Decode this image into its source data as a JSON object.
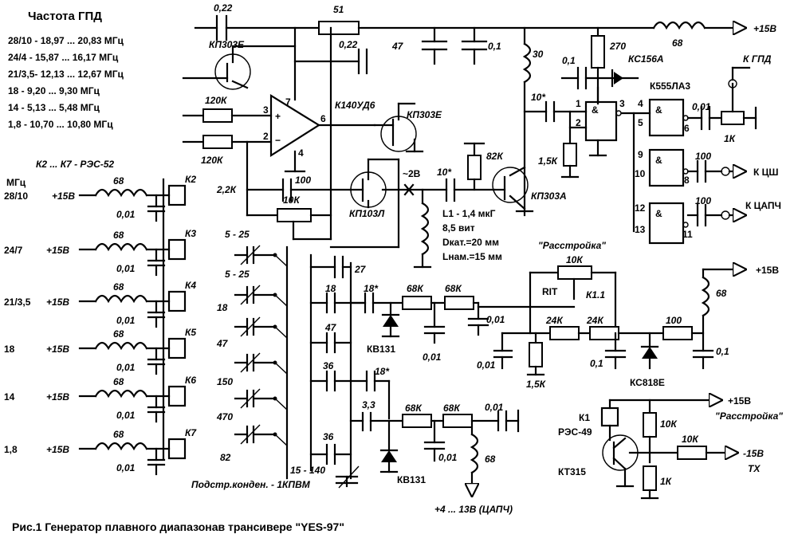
{
  "freq_table": {
    "title": "Частота ГПД",
    "rows": [
      "28/10 - 18,97 ... 20,83 МГц",
      "24/4  - 15,87 ... 16,17 МГц",
      "21/3,5- 12,13 ... 12,67 МГц",
      "18    -  9,20 ...  9,30 МГц",
      "14    -  5,13 ...  5,48 МГц",
      "1,8   - 10,70 ... 10,80 МГц"
    ]
  },
  "relays": {
    "header": "К2 ... К7 - РЭС-52",
    "unit": "МГц",
    "supply": "+15В",
    "choke": "68",
    "cap": "0,01",
    "items": [
      {
        "band": "28/10",
        "ref": "К2"
      },
      {
        "band": "24/7",
        "ref": "К3"
      },
      {
        "band": "21/3,5",
        "ref": "К4"
      },
      {
        "band": "18",
        "ref": "К5"
      },
      {
        "band": "14",
        "ref": "К6"
      },
      {
        "band": "1,8",
        "ref": "К7"
      }
    ]
  },
  "parts": {
    "c_top": "0,22",
    "r_top": "51",
    "l_top": "68",
    "supply_top": "+15В",
    "c_47": "47",
    "c_01a": "0,1",
    "l_30": "30",
    "r_270": "270",
    "c_01b": "0,1",
    "zener_top": "КС156А",
    "q1": "КП303Е",
    "c_022b": "0,22",
    "opamp": "К140УД6",
    "q2": "КП303Е",
    "r_120a": "120К",
    "r_120b": "120К",
    "pin3": "3",
    "pin2": "2",
    "pin7": "7",
    "pin6": "6",
    "pin4": "4",
    "r_22": "2,2К",
    "c_100a": "100",
    "r_10k": "10К",
    "q3": "КП103Л",
    "v2": "~2В",
    "c_10a": "10*",
    "c_10b": "10*",
    "r_82": "82К",
    "r_15": "1,5К",
    "q4": "КП303А",
    "ic": "К555ЛА3",
    "c_001": "0,01",
    "r_1k": "1К",
    "out_gpd": "К ГПД",
    "c_100b": "100",
    "out_csh": "К ЦШ",
    "c_100c": "100",
    "out_capch": "К ЦАПЧ",
    "l1_a": "L1 - 1,4 мкГ",
    "l1_b": "8,5 вит",
    "l1_c": "Dкат.=20 мм",
    "l1_d": "Lнам.=15 мм",
    "trim1": "5 - 25",
    "trim2": "5 - 25",
    "trim_18": "18",
    "trim_47": "47",
    "trim_150": "150",
    "trim_470": "470",
    "trim_82": "82",
    "c_27": "27",
    "c_18": "18",
    "c_36a": "36",
    "c_36b": "36",
    "c_18s_a": "18*",
    "c_18s_b": "18*",
    "c_33": "3,3",
    "var_15": "15 - 140",
    "trim_note": "Подстр.конден. - 1КПВМ",
    "r_68a": "68К",
    "r_68b": "68К",
    "r_68c": "68К",
    "r_68d": "68К",
    "c_001b": "0,01",
    "c_001c": "0,01",
    "c_001d": "0,01",
    "c_001e": "0,01",
    "c_001f": "0,01",
    "vd1": "КВ131",
    "vd2": "КВ131",
    "l_68r": "68",
    "capch_v": "+4 ... 13В (ЦАПЧ)",
    "detune": "\"Расстройка\"",
    "pot_10k": "10К",
    "rit": "RIT",
    "k11": "К1.1",
    "r_24a": "24К",
    "r_24b": "24К",
    "r_15k": "1,5К",
    "r_100": "100",
    "c_01c": "0,1",
    "c_01d": "0,1",
    "vd_818": "КС818Е",
    "l_68b": "68",
    "supply_b": "+15В",
    "supply_c": "+15В",
    "detune2": "\"Расстройка\"",
    "k1": "К1",
    "k1_type": "РЭС-49",
    "r_10ka": "10К",
    "r_10kb": "10К",
    "q_kt": "КТ315",
    "r_1ka": "1К",
    "tx_v": "-15В",
    "tx": "ТХ"
  },
  "caption": "Рис.1 Генератор плавного диапазонав трансивере \"YES-97\""
}
